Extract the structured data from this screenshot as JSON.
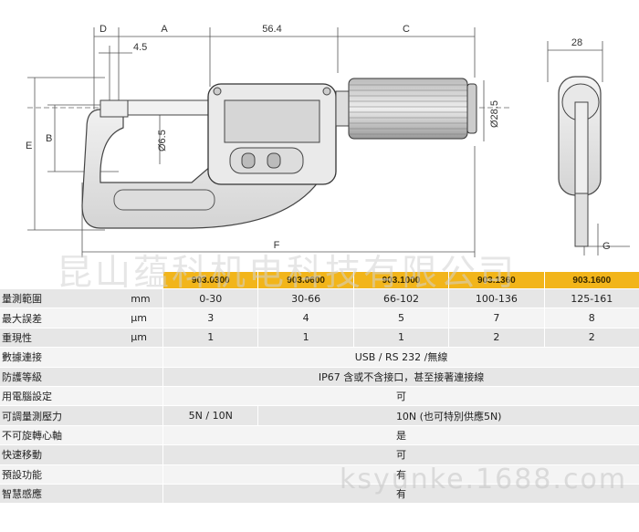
{
  "drawing": {
    "dim_labels": {
      "d": "D",
      "a": "A",
      "w564": "56.4",
      "c": "C",
      "w28": "28",
      "w45": "4.5",
      "e": "E",
      "b": "B",
      "dia65": "Ø6.5",
      "dia285": "Ø28.5",
      "f": "F",
      "g": "G"
    }
  },
  "watermark_top": "昆山蕴科机电科技有限公司",
  "watermark_bottom": "ksyunke.1688.com",
  "table": {
    "models": [
      "903.0300",
      "903.0600",
      "903.1000",
      "903.1360",
      "903.1600"
    ],
    "rows": [
      {
        "label": "量測範圍",
        "unit": "mm",
        "values": [
          "0-30",
          "30-66",
          "66-102",
          "100-136",
          "125-161"
        ]
      },
      {
        "label": "最大誤差",
        "unit": "µm",
        "values": [
          "3",
          "4",
          "5",
          "7",
          "8"
        ]
      },
      {
        "label": "重現性",
        "unit": "µm",
        "values": [
          "1",
          "1",
          "1",
          "2",
          "2"
        ]
      },
      {
        "label": "數據連接",
        "unit": "",
        "span": "USB / RS 232 /無線"
      },
      {
        "label": "防護等級",
        "unit": "",
        "span": "IP67 含或不含接口，甚至接著連接線"
      },
      {
        "label": "用電腦設定",
        "unit": "",
        "span": "可"
      },
      {
        "label": "可調量測壓力",
        "unit": "",
        "first": "5N / 10N",
        "span": "10N  (也可特別供應5N)"
      },
      {
        "label": "不可旋轉心軸",
        "unit": "",
        "span": "是"
      },
      {
        "label": "快速移動",
        "unit": "",
        "span": "可"
      },
      {
        "label": "預設功能",
        "unit": "",
        "span": "有"
      },
      {
        "label": "智慧感應",
        "unit": "",
        "span": "有"
      }
    ]
  }
}
